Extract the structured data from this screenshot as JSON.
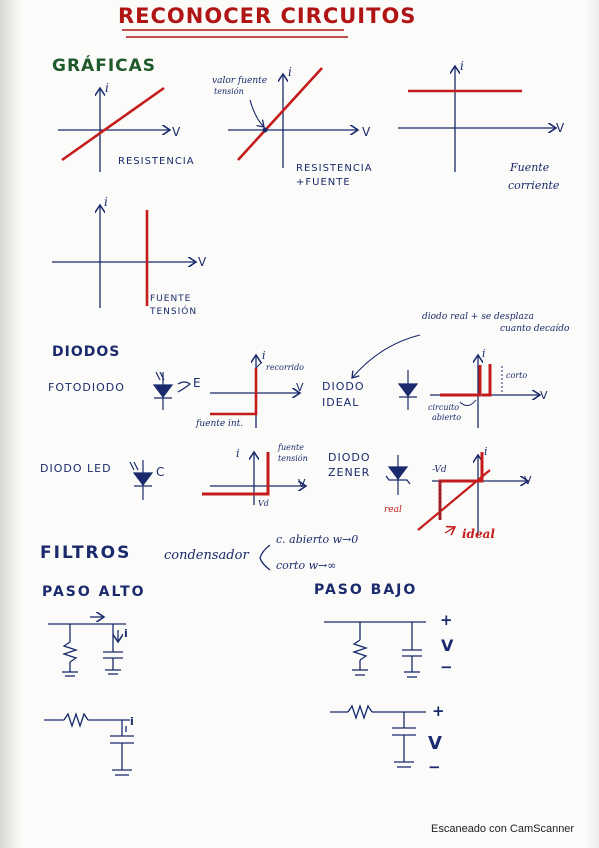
{
  "title": "RECONOCER CIRCUITOS",
  "sections": {
    "graficas": {
      "heading": "GRÁFICAS",
      "graph1": {
        "x_axis": "V",
        "y_axis": "i",
        "caption": "RESISTENCIA"
      },
      "graph2": {
        "x_axis": "V",
        "y_axis": "i",
        "annotation_line1": "valor fuente",
        "annotation_line2": "tensión",
        "caption_line1": "RESISTENCIA",
        "caption_line2": "+FUENTE"
      },
      "graph3": {
        "x_axis": "V",
        "y_axis": "i",
        "caption_line1": "Fuente",
        "caption_line2": "corriente"
      },
      "graph4": {
        "x_axis": "V",
        "y_axis": "i",
        "caption_line1": "FUENTE",
        "caption_line2": "TENSIÓN"
      }
    },
    "diodos": {
      "heading": "DIODOS",
      "fotodiodo": {
        "label": "FOTODIODO",
        "symbol_mark": "E",
        "x_axis": "V",
        "y_axis": "i",
        "annotation_top": "recorrido",
        "annotation_bottom": "fuente int."
      },
      "diodo_ideal": {
        "label_line1": "DIODO",
        "label_line2": "IDEAL",
        "x_axis": "V",
        "y_axis": "i",
        "note": "diodo real + se desplaza",
        "note_line2": "cuanto decaído",
        "annotation_corto": "corto",
        "annotation_circuito_line1": "circuito",
        "annotation_circuito_line2": "abierto"
      },
      "diodo_led": {
        "label": "DIODO LED",
        "symbol_mark": "C",
        "x_axis": "V",
        "y_axis": "i",
        "annotation_line1": "fuente",
        "annotation_line2": "tensión",
        "vd_label": "Vd"
      },
      "diodo_zener": {
        "label_line1": "DIODO",
        "label_line2": "ZENER",
        "x_axis": "V",
        "y_axis": "i",
        "vd_label": "-Vd",
        "annotation_real": "real",
        "annotation_ideal": "ideal"
      }
    },
    "filtros": {
      "heading": "FILTROS",
      "condensador_label": "condensador",
      "brace_line1": "c. abierto w→0",
      "brace_line2": "corto w→∞",
      "paso_alto": {
        "heading": "PASO ALTO",
        "current_label": "i"
      },
      "paso_bajo": {
        "heading": "PASO BAJO",
        "plus": "+",
        "v": "V",
        "minus": "−"
      }
    }
  },
  "footer": "Escaneado con CamScanner",
  "colors": {
    "ink_blue": "#1a2a6c",
    "ink_red": "#c41c1c",
    "ink_green": "#1f5a2c",
    "title_red": "#b01515"
  }
}
